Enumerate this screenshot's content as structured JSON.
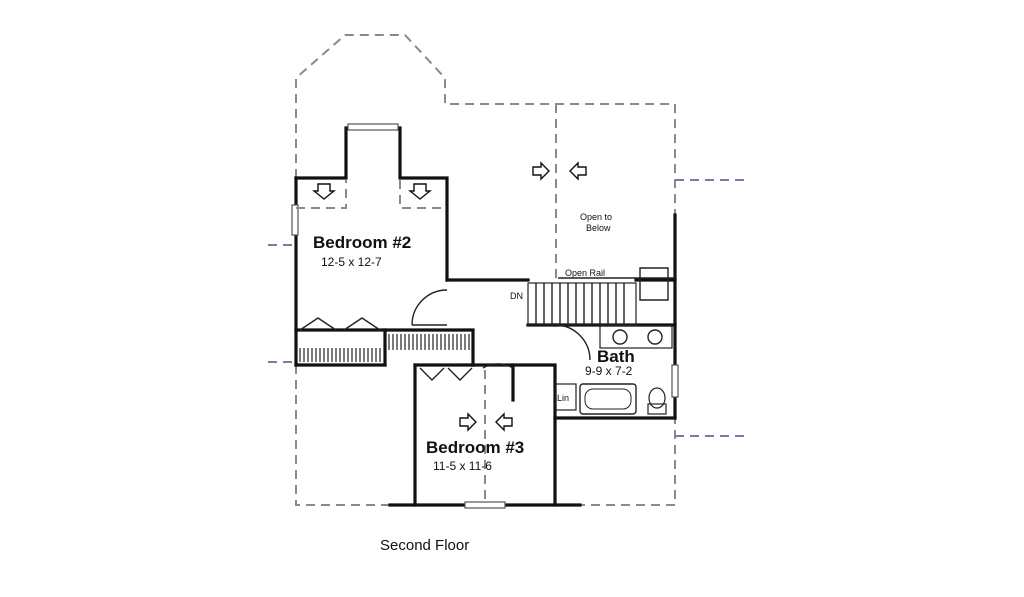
{
  "rooms": {
    "bedroom2": {
      "name": "Bedroom #2",
      "dims": "12-5 x 12-7"
    },
    "bedroom3": {
      "name": "Bedroom #3",
      "dims": "11-5 x 11-6"
    },
    "bath": {
      "name": "Bath",
      "dims": "9-9 x 7-2"
    }
  },
  "notes": {
    "open_to_below_line1": "Open to",
    "open_to_below_line2": "Below",
    "open_rail": "Open Rail",
    "stair_dn": "DN",
    "linen": "Lin"
  },
  "caption": "Second Floor",
  "colors": {
    "wall": "#111111",
    "dashed_outline": "#8a8a8a",
    "background": "#ffffff"
  }
}
